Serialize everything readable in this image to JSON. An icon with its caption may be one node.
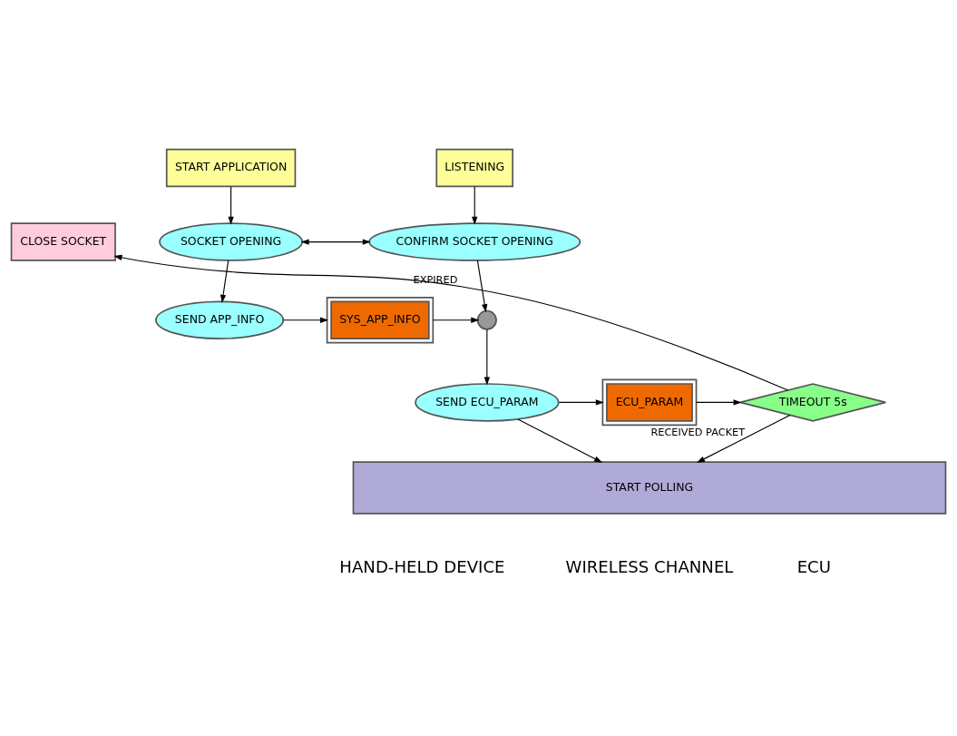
{
  "diagram": {
    "nodes": [
      {
        "text": [
          "START APPLICATION"
        ]
      },
      {
        "text": [
          "LISTENING"
        ]
      },
      {
        "text": [
          "CLOSE SOCKET"
        ]
      },
      {
        "text": [
          "SOCKET OPENING"
        ]
      },
      {
        "text": [
          "CONFIRM SOCKET OPENING"
        ]
      },
      {
        "text": [
          "SEND APP_INFO"
        ]
      },
      {
        "text": [
          "SYS_APP_INFO"
        ]
      },
      {
        "text": [],
        "shape": "circle"
      },
      {
        "text": [
          "TIMEOUT 5s"
        ]
      },
      {
        "text": [
          "ECU_PARAM"
        ]
      },
      {
        "text": [
          "SEND ECU_PARAM"
        ]
      },
      {
        "text": [
          "START POLLING"
        ]
      }
    ],
    "edges": [
      {
        "from": 0,
        "to": 3,
        "arrow": "to"
      },
      {
        "from": 1,
        "to": 4,
        "arrow": "to"
      },
      {
        "from": 3,
        "to": 4,
        "arrow": "both"
      },
      {
        "from": 3,
        "to": 5,
        "arrow": "to"
      },
      {
        "from": 4,
        "to": 7,
        "arrow": "to"
      },
      {
        "from": 5,
        "to": 6,
        "arrow": "to"
      },
      {
        "from": 6,
        "to": 7,
        "arrow": "to"
      },
      {
        "from": 7,
        "to": 10,
        "arrow": "to"
      },
      {
        "from": 10,
        "to": 9,
        "arrow": "to"
      },
      {
        "from": 9,
        "to": 8,
        "arrow": "to"
      },
      {
        "from": 8,
        "to": 2,
        "arrow": "to",
        "label": "EXPIRED"
      },
      {
        "from": 8,
        "to": 11,
        "arrow": "to",
        "label": "RECEIVED PACKET"
      },
      {
        "from": 10,
        "to": 11,
        "arrow": "to"
      }
    ],
    "labels": [
      "HAND-HELD DEVICE",
      "WIRELESS CHANNEL",
      "ECU"
    ]
  }
}
